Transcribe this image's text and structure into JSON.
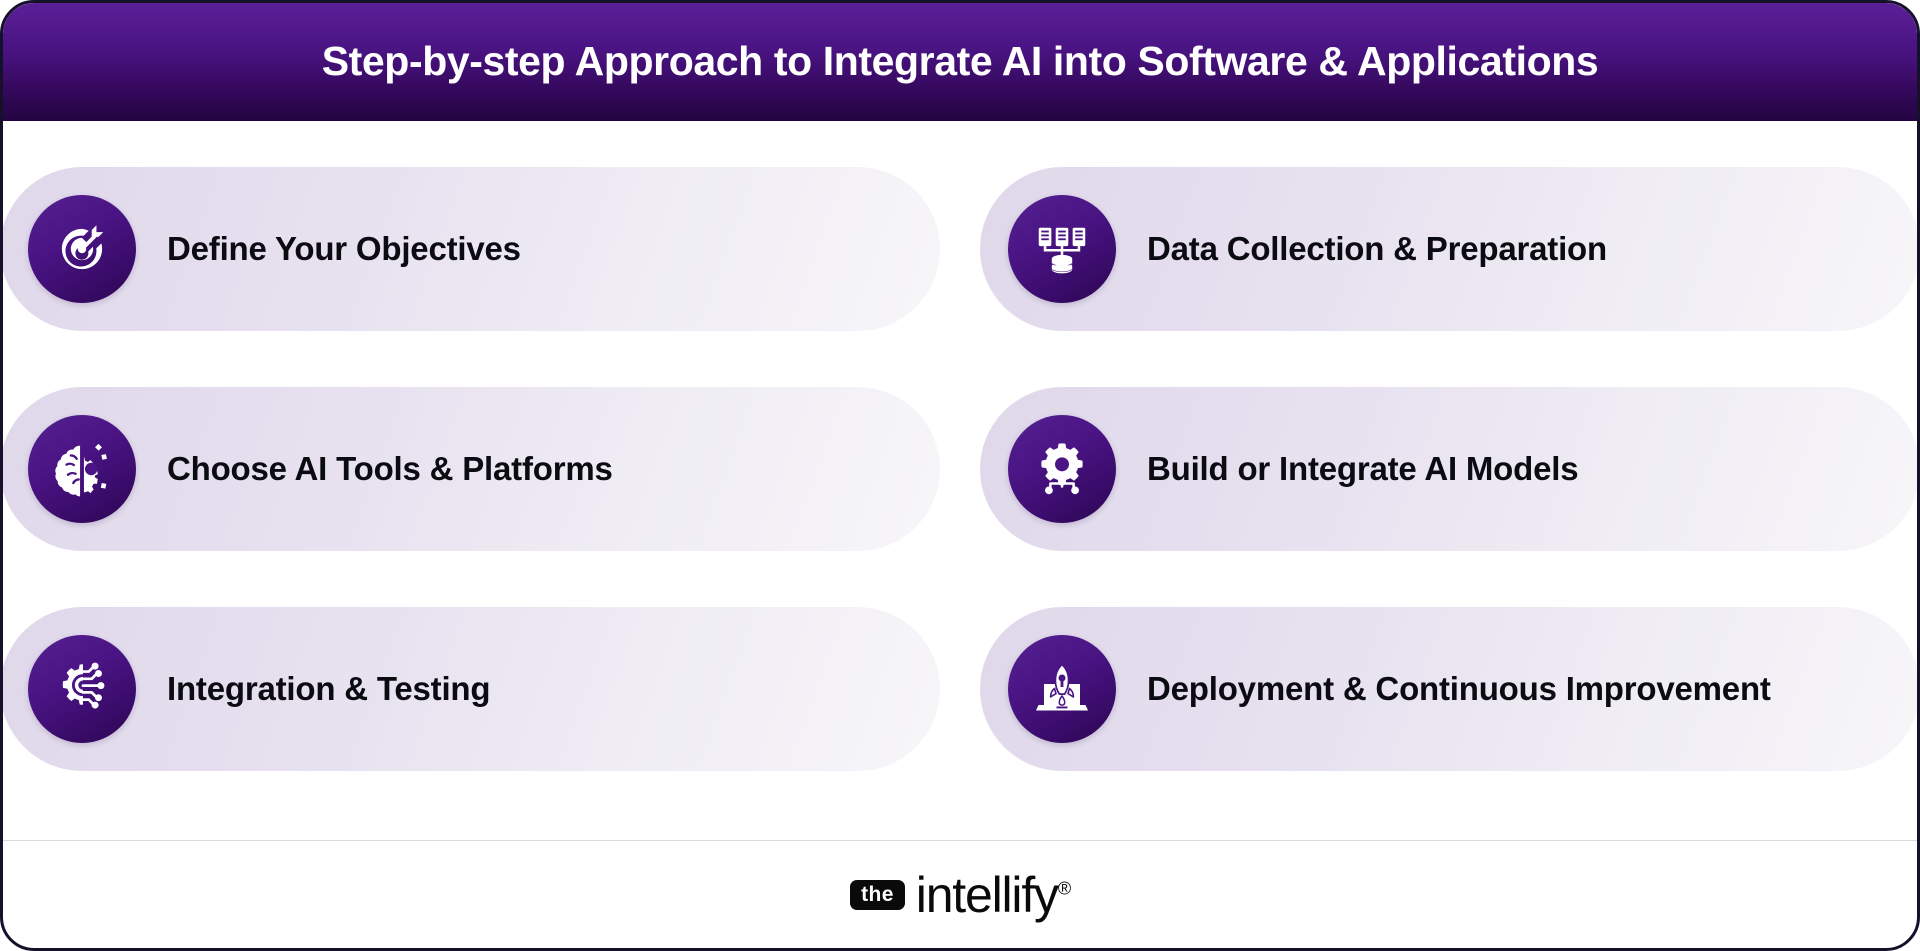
{
  "header": {
    "title": "Step-by-step Approach to Integrate AI into Software & Applications"
  },
  "colors": {
    "header_gradient_top": "#5b1f96",
    "header_gradient_bottom": "#230540",
    "icon_circle_top": "#55208f",
    "icon_circle_bottom": "#2b0750",
    "card_gradient_left": "#dfd8ea",
    "card_gradient_right": "#f7f6f9",
    "text": "#0b0b12",
    "border": "#15112b"
  },
  "steps": [
    {
      "label": "Define Your Objectives",
      "icon": "target-arrow-icon"
    },
    {
      "label": "Data Collection & Preparation",
      "icon": "server-database-icon"
    },
    {
      "label": "Choose AI Tools & Platforms",
      "icon": "brain-gear-icon"
    },
    {
      "label": "Build or Integrate AI Models",
      "icon": "gear-network-icon"
    },
    {
      "label": "Integration & Testing",
      "icon": "gear-circuit-icon"
    },
    {
      "label": "Deployment & Continuous Improvement",
      "icon": "rocket-laptop-icon"
    }
  ],
  "footer": {
    "logo_badge": "the",
    "logo_word": "intellify",
    "logo_trademark": "®"
  }
}
